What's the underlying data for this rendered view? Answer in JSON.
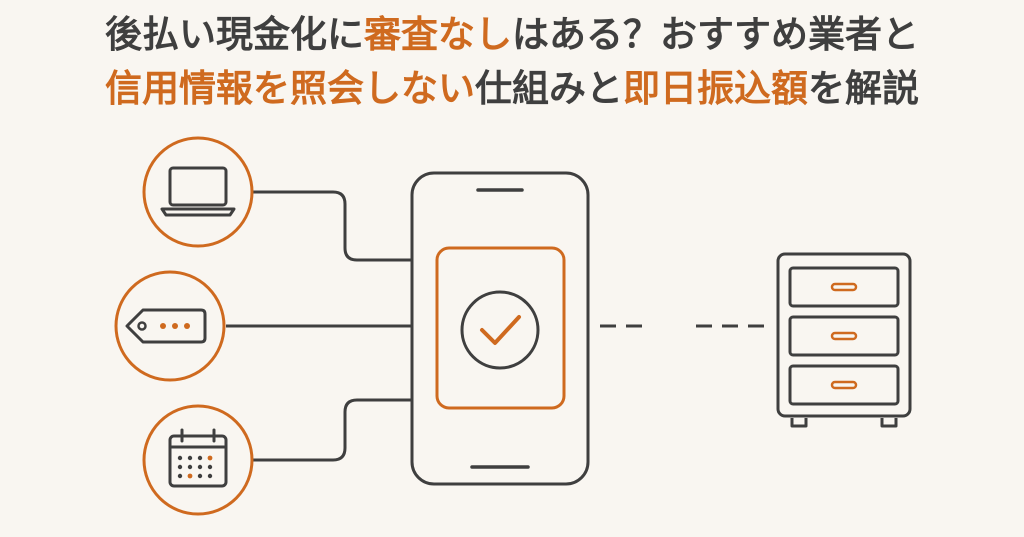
{
  "title": {
    "line1": [
      {
        "text": "後払い現金化に",
        "tone": "dark"
      },
      {
        "text": "審査なし",
        "tone": "accent"
      },
      {
        "text": "はある？おすすめ業者と",
        "tone": "dark"
      }
    ],
    "line2": [
      {
        "text": "信用情報を照会しない",
        "tone": "accent"
      },
      {
        "text": "仕組みと",
        "tone": "dark"
      },
      {
        "text": "即日振込額",
        "tone": "accent"
      },
      {
        "text": "を解説",
        "tone": "dark"
      }
    ]
  },
  "colors": {
    "background": "#f9f6f1",
    "dark": "#3f3f3f",
    "accent": "#cf6a1f"
  },
  "icons": {
    "source_1": "laptop-icon",
    "source_2": "price-tag-icon",
    "source_3": "calendar-icon",
    "center": "smartphone-icon",
    "center_mark": "checkmark-icon",
    "target": "cabinet-icon"
  }
}
